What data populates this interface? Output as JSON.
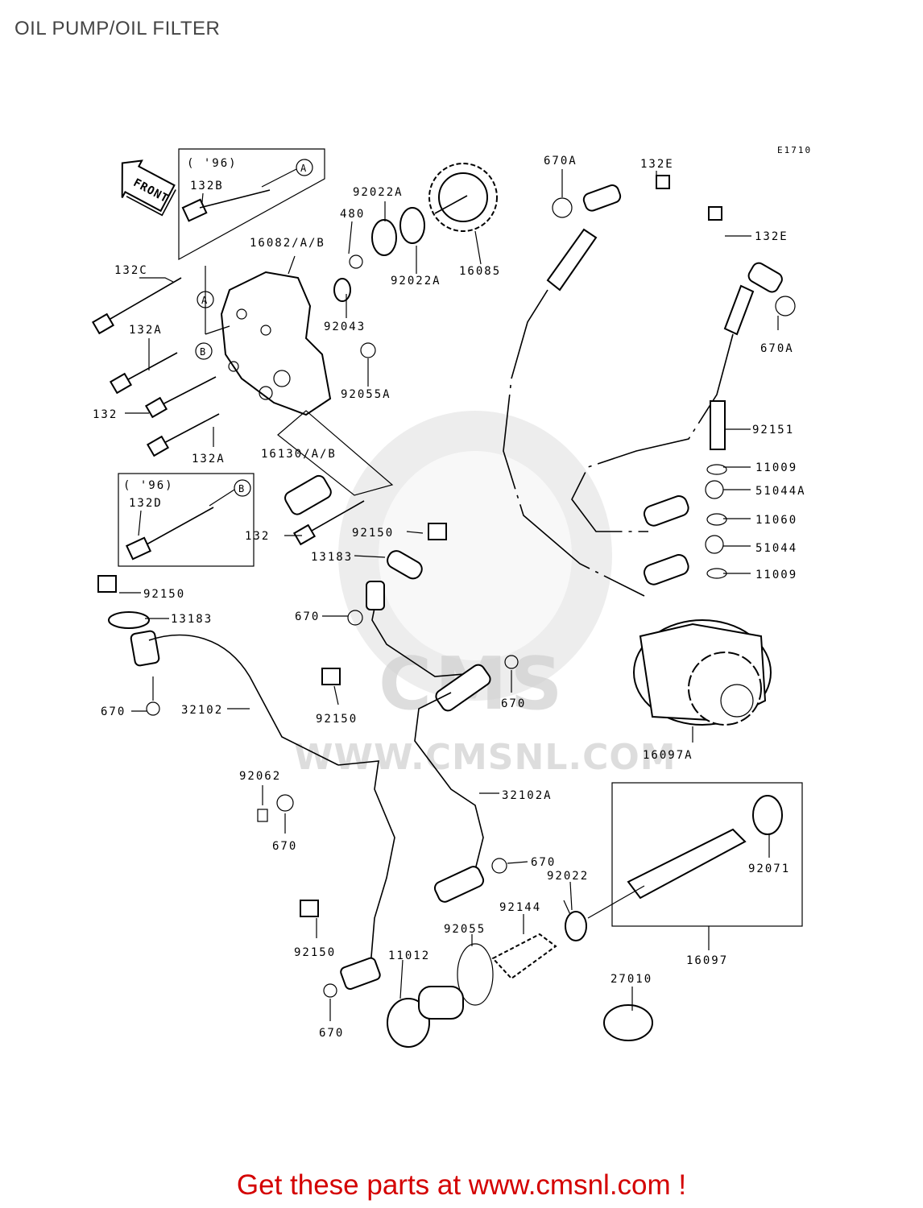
{
  "title": "OIL PUMP/OIL FILTER",
  "footer": "Get these parts at www.cmsnl.com !",
  "diagram_code": "E1710",
  "front_label": "FRONT",
  "watermark": "WWW.CMSNL.COM",
  "watermark_logo": "CMS",
  "inset_top": {
    "year": "( '96)",
    "part": "132B",
    "ref": "A"
  },
  "inset_left": {
    "year": "( '96)",
    "part": "132D",
    "ref": "B"
  },
  "callouts": {
    "A": "A",
    "B": "B"
  },
  "labels": {
    "p132c": "132C",
    "p132a_1": "132A",
    "p132": "132",
    "p132a_2": "132A",
    "p16082": "16082/A/B",
    "p480": "480",
    "p92022a_1": "92022A",
    "p92022a_2": "92022A",
    "p16085": "16085",
    "p92043": "92043",
    "p92055a": "92055A",
    "p16130": "16130/A/B",
    "p132_2": "132",
    "p92150_1": "92150",
    "p13183_1": "13183",
    "p92150_2": "92150",
    "p13183_2": "13183",
    "p670_1": "670",
    "p670a_1": "670A",
    "p132e_1": "132E",
    "p132e_2": "132E",
    "p670a_2": "670A",
    "p92151": "92151",
    "p11009_1": "11009",
    "p51044a": "51044A",
    "p11060": "11060",
    "p51044": "51044",
    "p11009_2": "11009",
    "p670_2": "670",
    "p670_3": "670",
    "p32102": "32102",
    "p92150_3": "92150",
    "p16097a": "16097A",
    "p92062": "92062",
    "p670_4": "670",
    "p32102a": "32102A",
    "p670_5": "670",
    "p92022": "92022",
    "p92071": "92071",
    "p92144": "92144",
    "p92055": "92055",
    "p11012": "11012",
    "p92150_4": "92150",
    "p16097": "16097",
    "p27010": "27010",
    "p670_6": "670"
  }
}
